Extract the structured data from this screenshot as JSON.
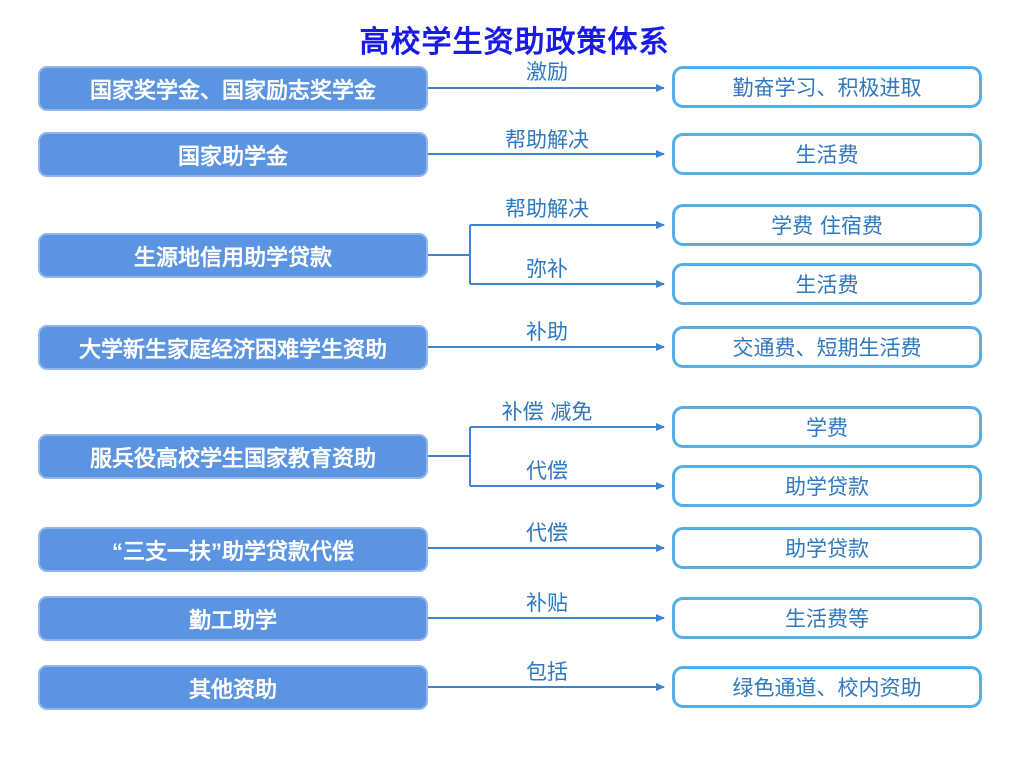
{
  "title": "高校学生资助政策体系",
  "colors": {
    "title_text": "#1A1AE6",
    "left_box_fill": "#5B94E0",
    "left_box_text": "#FFFFFF",
    "right_box_border": "#54AEE8",
    "right_box_text": "#2E78C0",
    "arrow": "#3E86CC"
  },
  "left_boxes": [
    {
      "label": "国家奖学金、国家励志奖学金"
    },
    {
      "label": "国家助学金"
    },
    {
      "label": "生源地信用助学贷款"
    },
    {
      "label": "大学新生家庭经济困难学生资助"
    },
    {
      "label": "服兵役高校学生国家教育资助"
    },
    {
      "label": "“三支一扶”助学贷款代偿"
    },
    {
      "label": "勤工助学"
    },
    {
      "label": "其他资助"
    }
  ],
  "right_boxes": [
    {
      "label": "勤奋学习、积极进取"
    },
    {
      "label": "生活费"
    },
    {
      "label": "学费 住宿费"
    },
    {
      "label": "生活费"
    },
    {
      "label": "交通费、短期生活费"
    },
    {
      "label": "学费"
    },
    {
      "label": "助学贷款"
    },
    {
      "label": "助学贷款"
    },
    {
      "label": "生活费等"
    },
    {
      "label": "绿色通道、校内资助"
    }
  ],
  "arrow_labels": [
    {
      "text": "激励"
    },
    {
      "text": "帮助解决"
    },
    {
      "text": "帮助解决"
    },
    {
      "text": "弥补"
    },
    {
      "text": "补助"
    },
    {
      "text": "补偿 减免"
    },
    {
      "text": "代偿"
    },
    {
      "text": "代偿"
    },
    {
      "text": "补贴"
    },
    {
      "text": "包括"
    }
  ]
}
